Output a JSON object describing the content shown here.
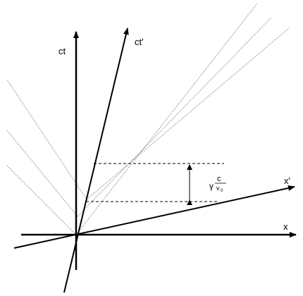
{
  "axes": {
    "ct_label": "ct",
    "ct_prime_label": "ct'",
    "x_label": "x",
    "x_prime_label": "x'"
  },
  "annotation": {
    "gamma": "γ",
    "numerator": "c",
    "denominator_symbol": "v",
    "denominator_subscript": "0"
  },
  "colors": {
    "stroke": "#000000",
    "light_line": "#555555",
    "background": "#ffffff"
  }
}
